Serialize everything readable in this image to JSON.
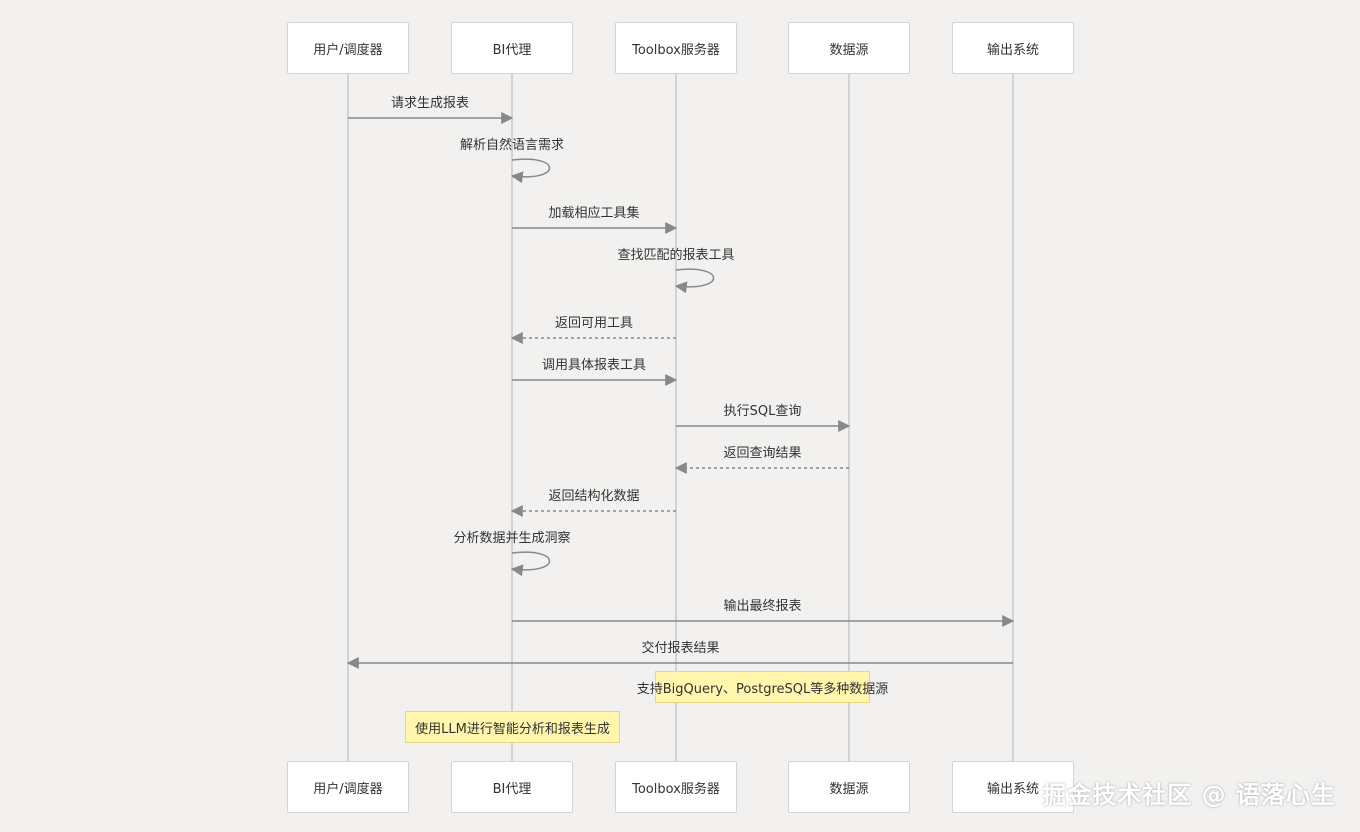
{
  "colors": {
    "background": "#f2f1ef",
    "box_fill": "#ffffff",
    "box_border": "#d4d4d4",
    "lifeline": "#c8c8c8",
    "arrow": "#888888",
    "note_fill": "#fff5ad",
    "note_border": "#e6d880",
    "text": "#333333"
  },
  "participants": [
    {
      "id": "user",
      "label": "用户/调度器"
    },
    {
      "id": "bi",
      "label": "BI代理"
    },
    {
      "id": "toolbox",
      "label": "Toolbox服务器"
    },
    {
      "id": "datasource",
      "label": "数据源"
    },
    {
      "id": "output",
      "label": "输出系统"
    }
  ],
  "messages": [
    {
      "from": "user",
      "to": "bi",
      "label": "请求生成报表",
      "style": "solid"
    },
    {
      "from": "bi",
      "to": "bi",
      "label": "解析自然语言需求",
      "style": "self"
    },
    {
      "from": "bi",
      "to": "toolbox",
      "label": "加载相应工具集",
      "style": "solid"
    },
    {
      "from": "toolbox",
      "to": "toolbox",
      "label": "查找匹配的报表工具",
      "style": "self"
    },
    {
      "from": "toolbox",
      "to": "bi",
      "label": "返回可用工具",
      "style": "dashed"
    },
    {
      "from": "bi",
      "to": "toolbox",
      "label": "调用具体报表工具",
      "style": "solid"
    },
    {
      "from": "toolbox",
      "to": "datasource",
      "label": "执行SQL查询",
      "style": "solid"
    },
    {
      "from": "datasource",
      "to": "toolbox",
      "label": "返回查询结果",
      "style": "dashed"
    },
    {
      "from": "toolbox",
      "to": "bi",
      "label": "返回结构化数据",
      "style": "dashed"
    },
    {
      "from": "bi",
      "to": "bi",
      "label": "分析数据并生成洞察",
      "style": "self"
    },
    {
      "from": "bi",
      "to": "output",
      "label": "输出最终报表",
      "style": "solid"
    },
    {
      "from": "output",
      "to": "user",
      "label": "交付报表结果",
      "style": "solid"
    }
  ],
  "notes": [
    {
      "over": "toolbox",
      "label": "支持BigQuery、PostgreSQL等多种数据源"
    },
    {
      "over": "bi",
      "label": "使用LLM进行智能分析和报表生成"
    }
  ],
  "watermark": "掘金技术社区 @ 语落心生"
}
